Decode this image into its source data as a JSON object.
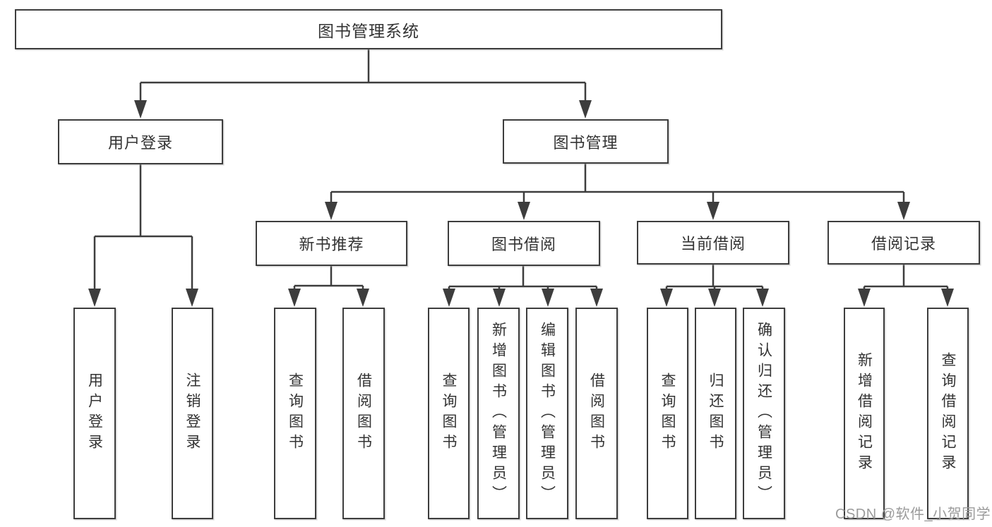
{
  "colors": {
    "line": "#3d3d3d",
    "text": "#333333",
    "box_bg": "#ffffff",
    "watermark": "#9b9b9b"
  },
  "watermark": {
    "text": "CSDN @软件_小贺同学"
  },
  "tree": {
    "root": "图书管理系统",
    "user_login": {
      "label": "用户登录",
      "children": [
        "用户登录",
        "注销登录"
      ]
    },
    "book_mgmt": {
      "label": "图书管理",
      "new_books": {
        "label": "新书推荐",
        "children": [
          "查询图书",
          "借阅图书"
        ]
      },
      "book_borrow": {
        "label": "图书借阅",
        "children": [
          "查询图书",
          "新增图书（管理员）",
          "编辑图书（管理员）",
          "借阅图书"
        ]
      },
      "current_borrow": {
        "label": "当前借阅",
        "children": [
          "查询图书",
          "归还图书",
          "确认归还（管理员）"
        ]
      },
      "borrow_records": {
        "label": "借阅记录",
        "children": [
          "新增借阅记录",
          "查询借阅记录"
        ]
      }
    }
  }
}
